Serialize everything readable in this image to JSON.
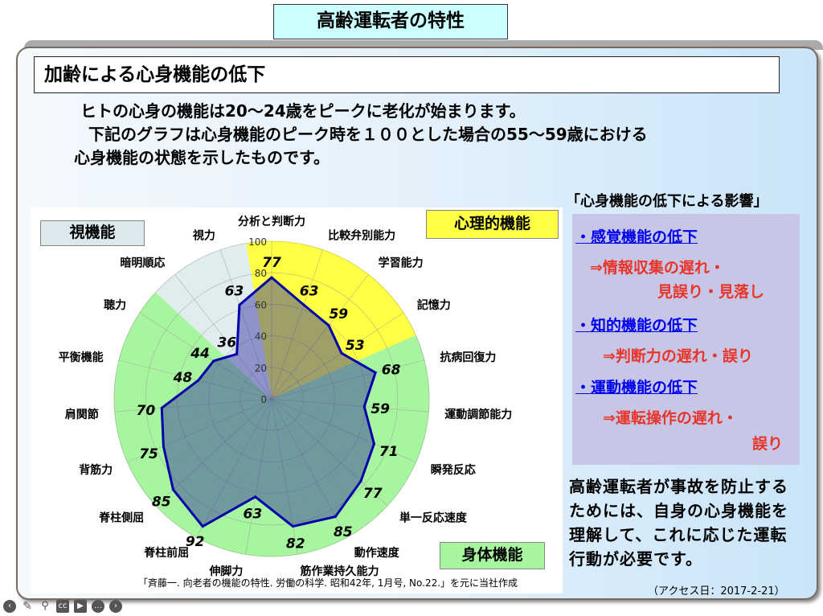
{
  "title": "高齢運転者の特性",
  "section_title": "加齢による心身機能の低下",
  "intro": [
    "ヒトの心身の機能は20～24歳をピークに老化が始まります。",
    "下記のグラフは心身機能のピーク時を１００とした場合の55～59歳における",
    "心身機能の状態を示したものです。"
  ],
  "chart_data": {
    "type": "radar",
    "categories": [
      "分析と判断力",
      "比較弁別能力",
      "学習能力",
      "記憶力",
      "抗病回復力",
      "運動調節能力",
      "瞬発反応",
      "単一反応速度",
      "動作速度",
      "筋作業持久能力",
      "伸脚力",
      "脊柱前屈",
      "脊柱側屈",
      "背筋力",
      "肩関節",
      "平衡機能",
      "聴力",
      "暗明順応",
      "視力"
    ],
    "values": [
      77,
      63,
      59,
      53,
      68,
      59,
      71,
      77,
      85,
      82,
      63,
      92,
      85,
      75,
      70,
      48,
      44,
      36,
      63
    ],
    "rticks": [
      "0",
      "20",
      "40",
      "60",
      "80",
      "100"
    ],
    "rlim": [
      0,
      100
    ],
    "groups": [
      {
        "name": "心理的機能",
        "color": "#ffff44",
        "axes": [
          0,
          1,
          2,
          3
        ]
      },
      {
        "name": "身体機能",
        "color": "#a8f5a0",
        "axes": [
          4,
          5,
          6,
          7,
          8,
          9,
          10,
          11,
          12,
          13,
          14,
          15,
          16
        ]
      },
      {
        "name": "視機能",
        "color": "#e0ecee",
        "axes": [
          17,
          18
        ]
      }
    ],
    "line_color": "#0000aa"
  },
  "tags": {
    "visual": "視機能",
    "psych": "心理的機能",
    "physical": "身体機能"
  },
  "citation": "「斉藤一. 向老者の機能の特性. 労働の科学. 昭和42年, 1月号, No.22.」を元に当社作成",
  "right": {
    "heading": "「心身機能の低下による影響」",
    "items": [
      {
        "head": "感覚機能の低下",
        "l1": "⇒情報収集の遅れ・",
        "l2": "見誤り・見落し"
      },
      {
        "head": "知的機能の低下",
        "l1": "⇒判断力の遅れ・誤り"
      },
      {
        "head": "運動機能の低下",
        "l1": "⇒運転操作の遅れ・",
        "l2": "誤り"
      }
    ],
    "bullet": "・",
    "conclusion": "高齢運転者が事故を防止するためには、自身の心身機能を理解して、これに応じた運転行動が必要です。",
    "access": "（アクセス日：2017-2-21）"
  }
}
